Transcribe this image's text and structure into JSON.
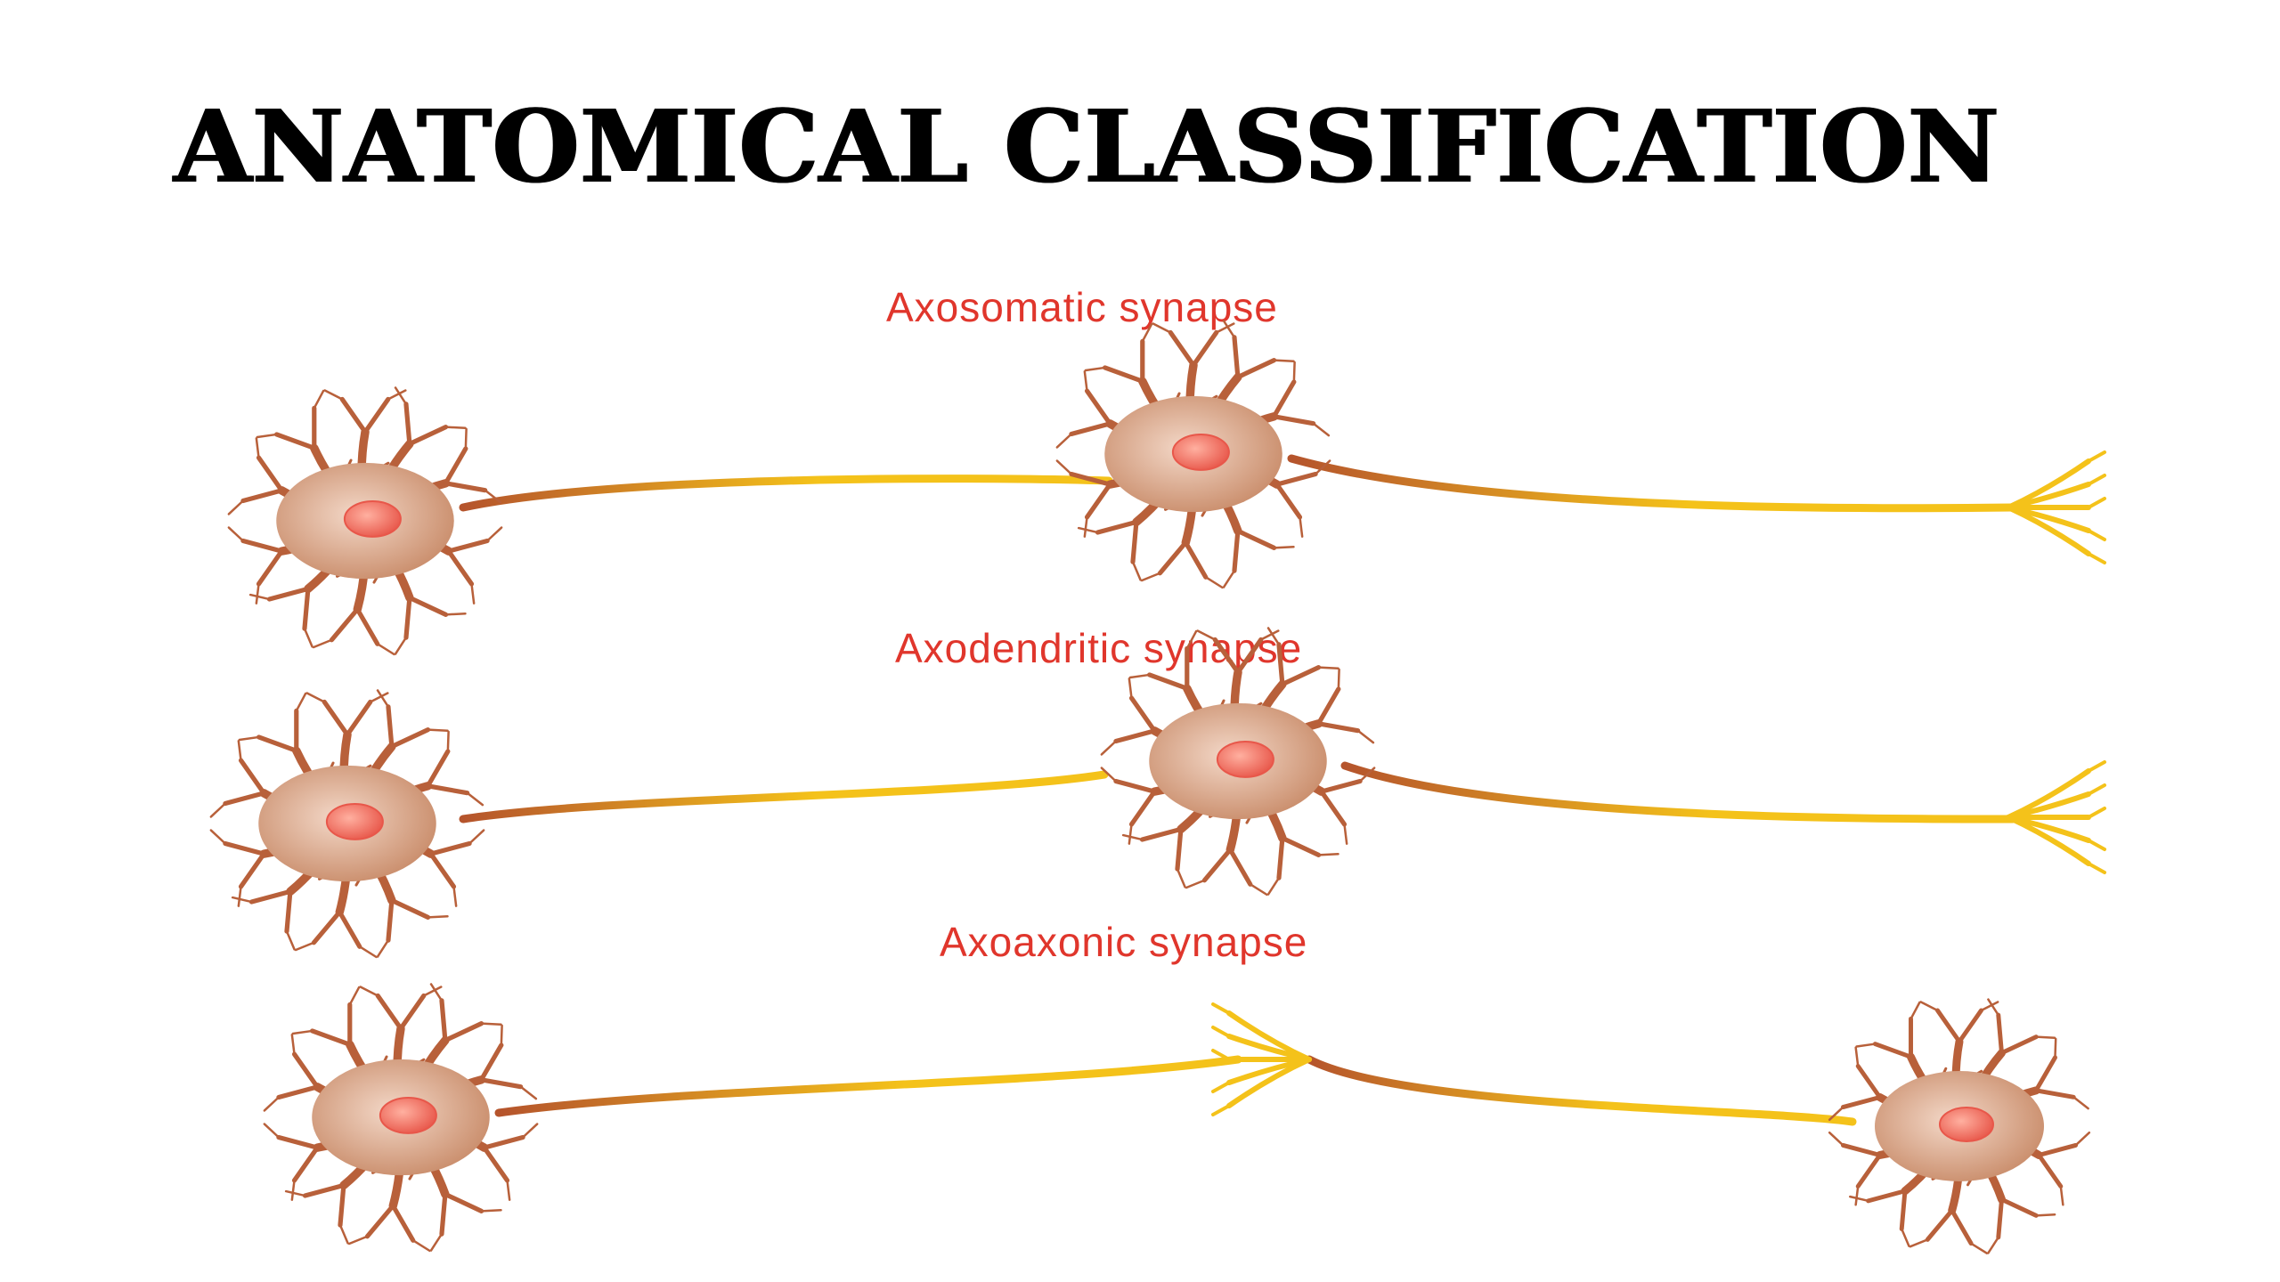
{
  "title": "ANATOMICAL CLASSIFICATION",
  "labels": {
    "axosomatic": "Axosomatic synapse",
    "axodendritic": "Axodendritic synapse",
    "axoaxonic": "Axoaxonic synapse"
  },
  "colors": {
    "background": "#ffffff",
    "title": "#000000",
    "label": "#e0362c",
    "cell_body": "#c98c6a",
    "cell_body_light": "#f3d8c8",
    "dendrite": "#b8603a",
    "nucleus": "#e8574a",
    "nucleus_light": "#ffb0a0",
    "axon_start": "#b5542c",
    "axon_end": "#f4c21a",
    "terminal": "#f4c21a"
  }
}
